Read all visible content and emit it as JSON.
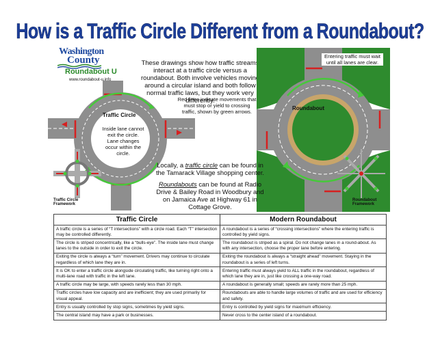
{
  "title": "How is a Traffic Circle Different from a Roundabout?",
  "logo": {
    "line1": "Washington",
    "line2": "County",
    "tagline": "Roundabout U",
    "url": "www.roundabout-u.info"
  },
  "intro": "These drawings show how traffic streams interact at a traffic circle versus a roundabout. Both involve vehicles moving around a circular island and both follow normal traffic laws, but they work very differently.",
  "red_lines_note": "Red lines indicate movements that must stop or yield to crossing traffic, shown by green arrows.",
  "entering_note": "Entering traffic must wait until all lanes are clear.",
  "traffic_circle_label": "Traffic Circle",
  "inside_lane_note": "Inside lane cannot exit the circle. Lane changes occur within the circle.",
  "roundabout_label": "Roundabout",
  "locally": {
    "prefix": "Locally, a ",
    "term": "traffic circle",
    "suffix": " can be found in the Tamarack Village shopping center."
  },
  "roundabouts_found": {
    "term": "Roundabouts",
    "suffix": " can be found at Radio Drive & Bailey Road in Woodbury and on Jamaica Ave at Highway 61 in Cottage Grove."
  },
  "framework_left": "Traffic Circle Framework",
  "framework_right": "Roundabout Framework",
  "colors": {
    "title": "#1d3f9a",
    "road": "#8e8e8e",
    "island": "#2e8b2e",
    "yield_red": "#d62020",
    "flow_green": "#46c93a"
  },
  "table": {
    "headers": [
      "Traffic Circle",
      "Modern Roundabout"
    ],
    "rows": [
      [
        "A traffic circle is a series of “T intersections” with a circle road. Each “T” intersection may be controlled differently.",
        "A roundabout is a series of “crossing intersections” where the entering traffic is controlled by yield signs."
      ],
      [
        "The circle is striped concentrically, like a “bulls-eye”. The inside lane must change lanes to the outside in order to exit the circle.",
        "The roundabout is striped as a spiral. Do not change lanes in a round-about. As with any intersection, choose the proper lane before entering."
      ],
      [
        "Exiting the circle is always a “turn” movement. Drivers may continue to circulate regardless of which lane they are in.",
        "Exiting the roundabout is always a “straight ahead” movement. Staying in the roundabout is a series of left turns."
      ],
      [
        "It is OK to enter a traffic circle alongside circulating traffic, like turning right onto a multi-lane road with traffic in the left lane.",
        "Entering traffic must always yield to ALL traffic in the roundabout, regardless of which lane they are in, just like crossing a one-way road."
      ],
      [
        "A traffic circle may be large, with speeds rarely less than 30 mph.",
        "A roundabout is generally small; speeds are rarely more than 25 mph."
      ],
      [
        "Traffic circles have low capacity and are inefficient; they are used primarily for visual appeal.",
        "Roundabouts are able to handle large volumes of traffic and are used for efficiency and safety."
      ],
      [
        "Entry is usually controlled by stop signs, sometimes by yield signs.",
        "Entry is controlled by yield signs for maximum efficiency."
      ],
      [
        "The central island may have a park or businesses.",
        "Never cross to the center island of a roundabout."
      ]
    ]
  }
}
